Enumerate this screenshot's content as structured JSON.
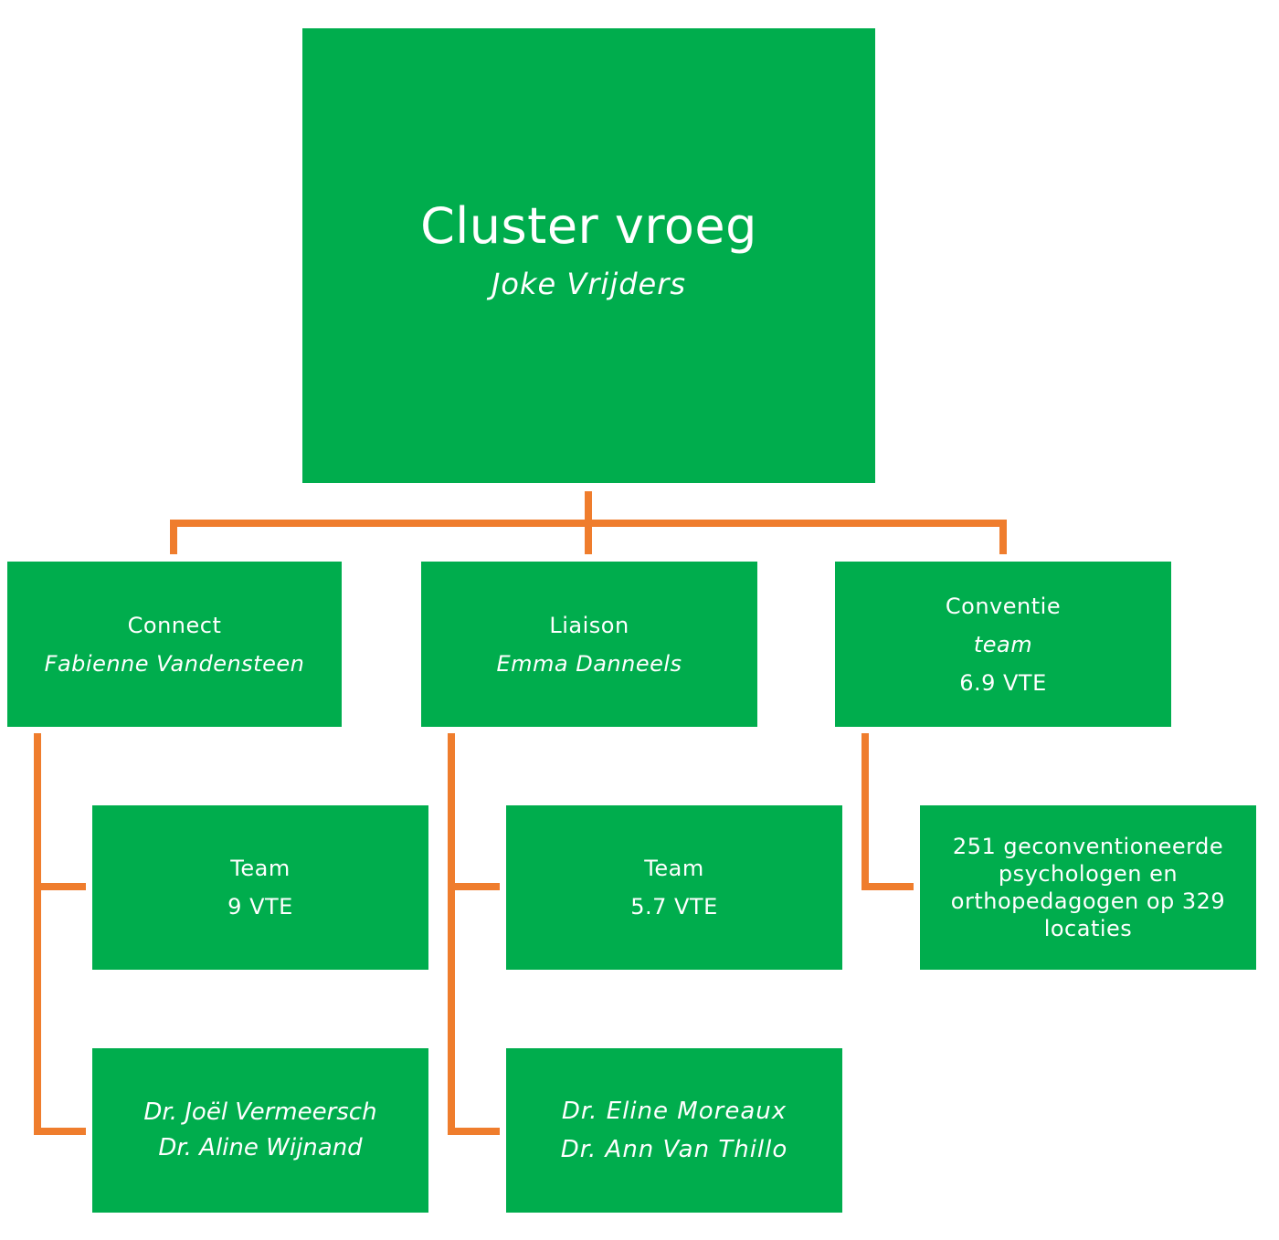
{
  "root": {
    "title": "Cluster vroeg",
    "name": "Joke Vrijders"
  },
  "connect": {
    "title": "Connect",
    "name": "Fabienne Vandensteen"
  },
  "liaison": {
    "title": "Liaison",
    "name": "Emma Danneels"
  },
  "conventie": {
    "title": "Conventie",
    "sub": "team",
    "fte": "6.9 VTE"
  },
  "connect_team": {
    "title": "Team",
    "fte": "9 VTE"
  },
  "connect_doctors": {
    "line1": "Dr. Joël Vermeersch",
    "line2": "Dr. Aline Wijnand"
  },
  "liaison_team": {
    "title": "Team",
    "fte": "5.7 VTE"
  },
  "liaison_doctors": {
    "line1": "Dr. Eline Moreaux",
    "line2": "Dr. Ann Van Thillo"
  },
  "conventie_detail": {
    "line1": "251 geconventioneerde",
    "line2": "psychologen en",
    "line3": "orthopedagogen op 329",
    "line4": "locaties"
  },
  "colors": {
    "box": "#00ad4d",
    "connector": "#ef7d2d",
    "text": "#ffffff"
  }
}
